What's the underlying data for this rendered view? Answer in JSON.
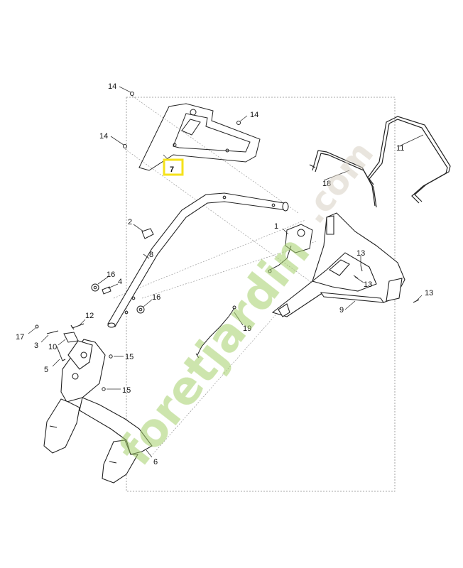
{
  "diagram": {
    "highlight_color": "#f5e21a",
    "highlighted_part": "7",
    "callouts": [
      "14",
      "14",
      "14",
      "7",
      "11",
      "18",
      "2",
      "8",
      "1",
      "13",
      "13",
      "13",
      "9",
      "16",
      "4",
      "16",
      "12",
      "17",
      "3",
      "10",
      "5",
      "15",
      "15",
      "19",
      "6"
    ]
  },
  "watermark": {
    "text_main": "foretjardin",
    "text_suffix": ".com",
    "colors": [
      "#a5cf6b",
      "#f2b66d",
      "#d8d0c4"
    ]
  }
}
